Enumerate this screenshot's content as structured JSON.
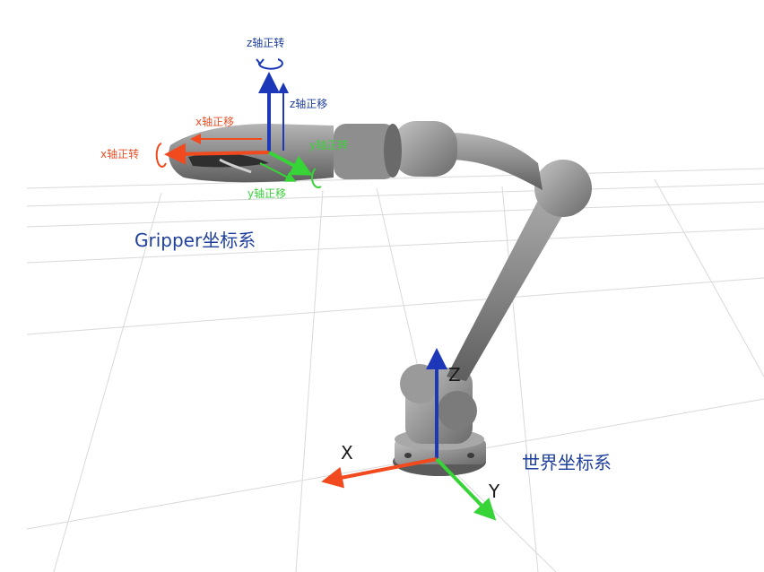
{
  "gripper": {
    "frame_title": "Gripper坐标系",
    "z_rotate": "z轴正转",
    "z_translate": "z轴正移",
    "x_translate": "x轴正移",
    "x_rotate": "x轴正转",
    "y_rotate": "y轴正转",
    "y_translate": "y轴正移"
  },
  "world": {
    "frame_title": "世界坐标系",
    "axis_x": "X",
    "axis_y": "Y",
    "axis_z": "Z"
  },
  "colors": {
    "x_axis": "#f04a1e",
    "y_axis": "#37d437",
    "z_axis": "#1c38b8",
    "title_blue": "#1f3f9c",
    "robot_gray": "#8a8a8a"
  }
}
